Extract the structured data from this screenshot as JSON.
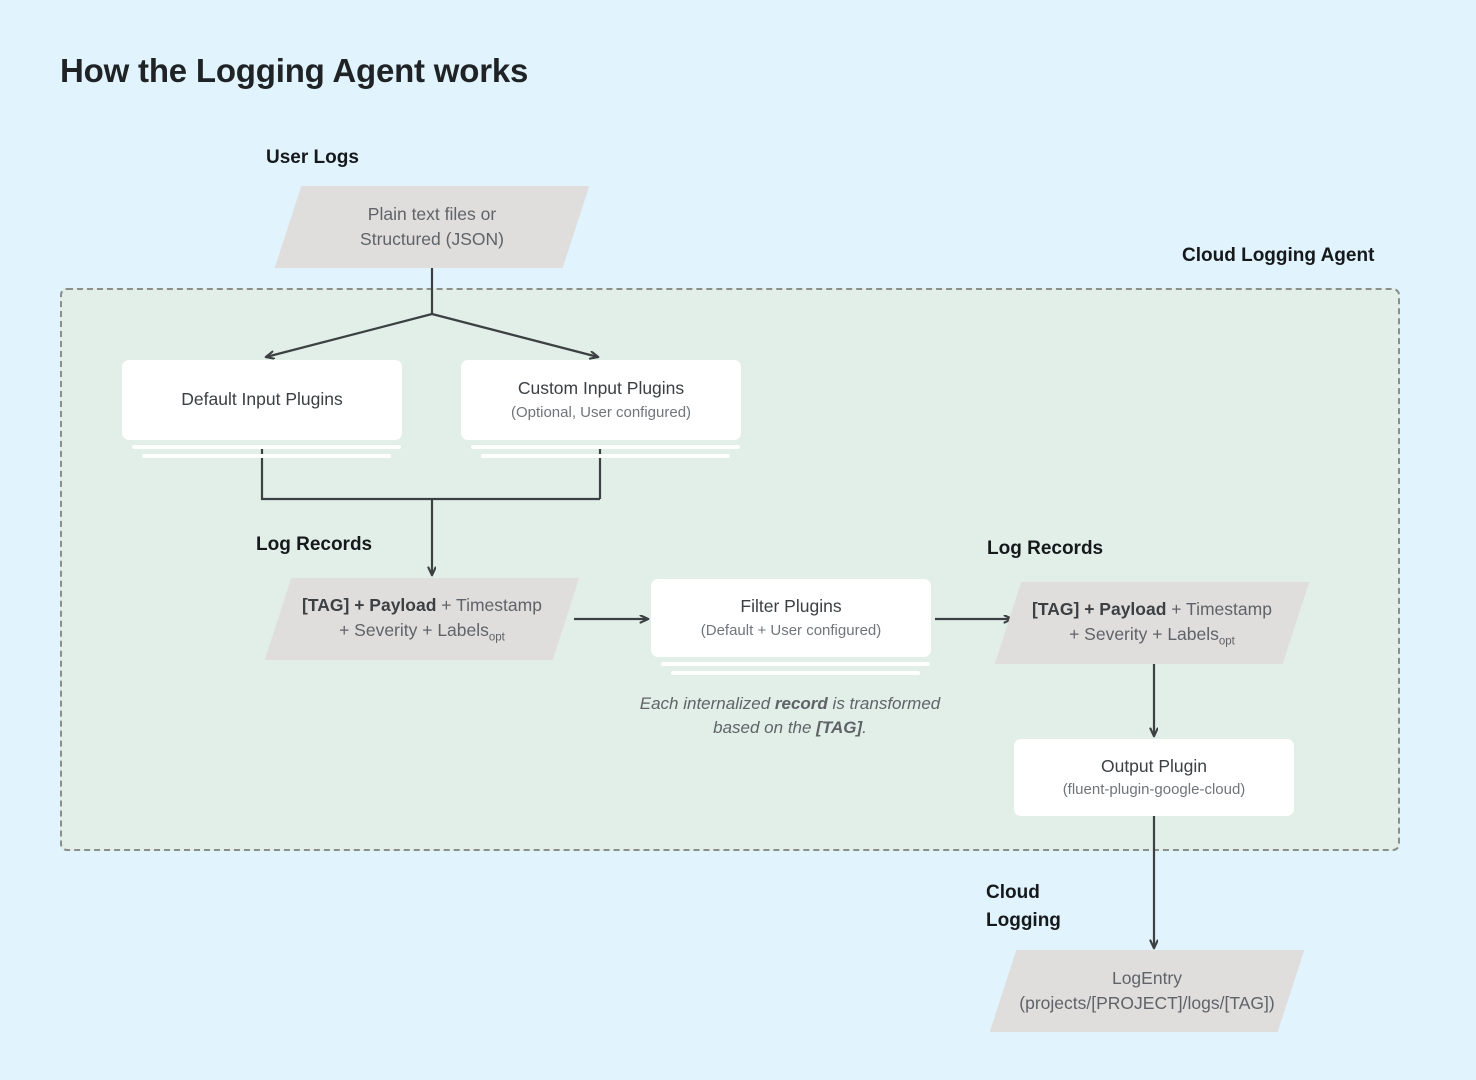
{
  "page": {
    "title": "How the Logging Agent works",
    "background_color": "#e1f3fd",
    "agent_panel_color": "#e2efe8",
    "parallelogram_color": "#e0dedd",
    "box_color": "#ffffff",
    "line_color": "#3c4043"
  },
  "labels": {
    "user_logs": "User Logs",
    "cloud_logging_agent": "Cloud Logging Agent",
    "log_records_left": "Log Records",
    "log_records_right": "Log Records",
    "cloud_logging": "Cloud\nLogging"
  },
  "nodes": {
    "user_logs_source": {
      "line1": "Plain text files or",
      "line2": "Structured (JSON)"
    },
    "default_input_plugins": {
      "title": "Default Input Plugins",
      "subtitle": ""
    },
    "custom_input_plugins": {
      "title": "Custom Input Plugins",
      "subtitle": "(Optional, User configured)"
    },
    "log_record_left": {
      "bold_part": "[TAG] + Payload",
      "rest_line1": " + Timestamp",
      "line2": "+ Severity + Labels",
      "subscript": "opt"
    },
    "filter_plugins": {
      "title": "Filter Plugins",
      "subtitle": "(Default + User configured)"
    },
    "log_record_right": {
      "bold_part": "[TAG] + Payload",
      "rest_line1": " + Timestamp",
      "line2": "+ Severity + Labels",
      "subscript": "opt"
    },
    "output_plugin": {
      "title": "Output Plugin",
      "subtitle": "(fluent-plugin-google-cloud)"
    },
    "log_entry": {
      "title": "LogEntry",
      "subtitle": "(projects/[PROJECT]/logs/[TAG])"
    }
  },
  "annotations": {
    "transform_note_part1": "Each internalized ",
    "transform_note_bold1": "record",
    "transform_note_part2": " is transformed based on the ",
    "transform_note_bold2": "[TAG]",
    "transform_note_part3": "."
  }
}
